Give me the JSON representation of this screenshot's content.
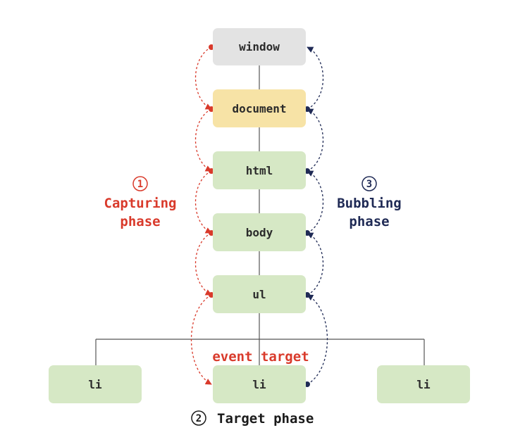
{
  "colors": {
    "capture": "#d93a2b",
    "bubble": "#1f2a55",
    "window_fill": "#e3e3e3",
    "document_fill": "#f7e3a6",
    "element_fill": "#d6e8c5",
    "line": "#555555",
    "text": "#2b2b2b"
  },
  "nodes": {
    "window": "window",
    "document": "document",
    "html": "html",
    "body": "body",
    "ul": "ul",
    "li_left": "li",
    "li_center": "li",
    "li_right": "li"
  },
  "capturing": {
    "number": "1",
    "line1": "Capturing",
    "line2": "phase"
  },
  "bubbling": {
    "number": "3",
    "line1": "Bubbling",
    "line2": "phase"
  },
  "target": {
    "label": "event target",
    "number": "2",
    "phase": "Target phase"
  }
}
